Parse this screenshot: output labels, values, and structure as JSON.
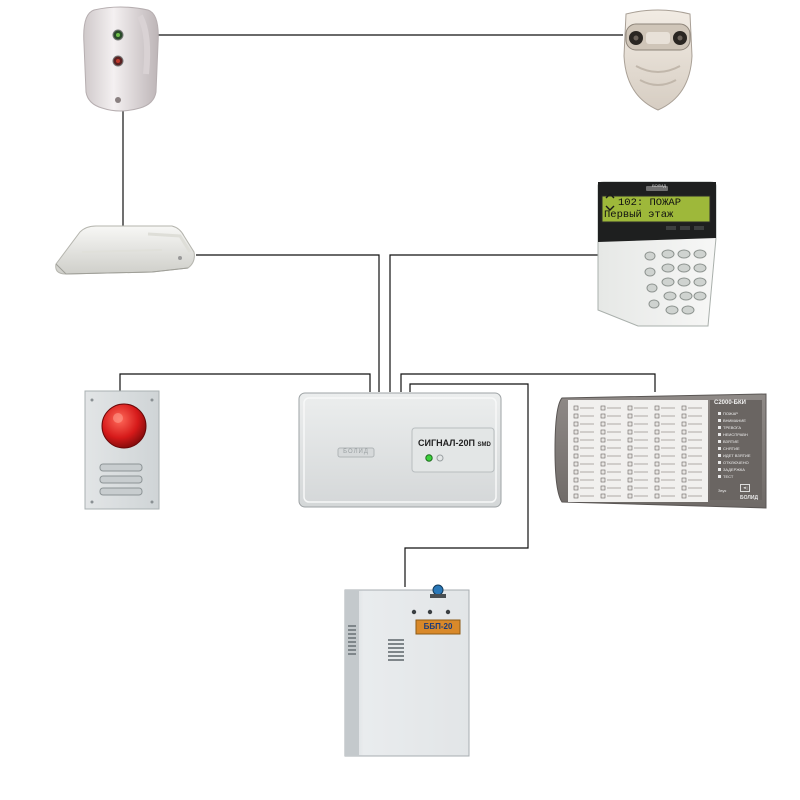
{
  "devices": {
    "controller": {
      "model": "СИГНАЛ-20П",
      "model_suffix": "SMD",
      "brand": "БОЛИД"
    },
    "keypad": {
      "brand": "БОЛИД",
      "lcd_line1": "102: ПОЖАР",
      "lcd_line2": "Первый этаж"
    },
    "indicator_panel": {
      "model": "С2000-БКИ",
      "brand": "БОЛИД",
      "labels": [
        "ПОЖАР",
        "ВНИМАНИЕ",
        "ТРЕВОГА",
        "НЕИСПРАВН",
        "ВЗЯТИЕ",
        "СНЯТИЕ",
        "ИДЕТ ВЗЯТИЕ",
        "ОТКЛЮЧЕНО",
        "ЗАДЕРЖКА",
        "ТЕСТ"
      ],
      "button_label": "Звук"
    },
    "power_supply": {
      "model": "ББП-20"
    }
  },
  "colors": {
    "wire": "#111111",
    "device_body": "#e4e6e6",
    "lcd": "#9eb83a",
    "strobe": "#d61a1a"
  }
}
